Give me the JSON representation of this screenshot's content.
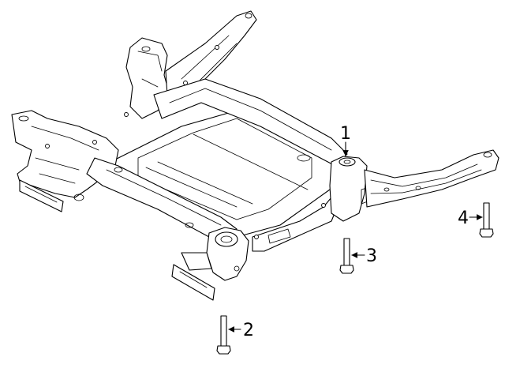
{
  "callouts": [
    {
      "label": "1",
      "part": "crossmember"
    },
    {
      "label": "2",
      "part": "bolt"
    },
    {
      "label": "3",
      "part": "bolt"
    },
    {
      "label": "4",
      "part": "bolt"
    }
  ]
}
